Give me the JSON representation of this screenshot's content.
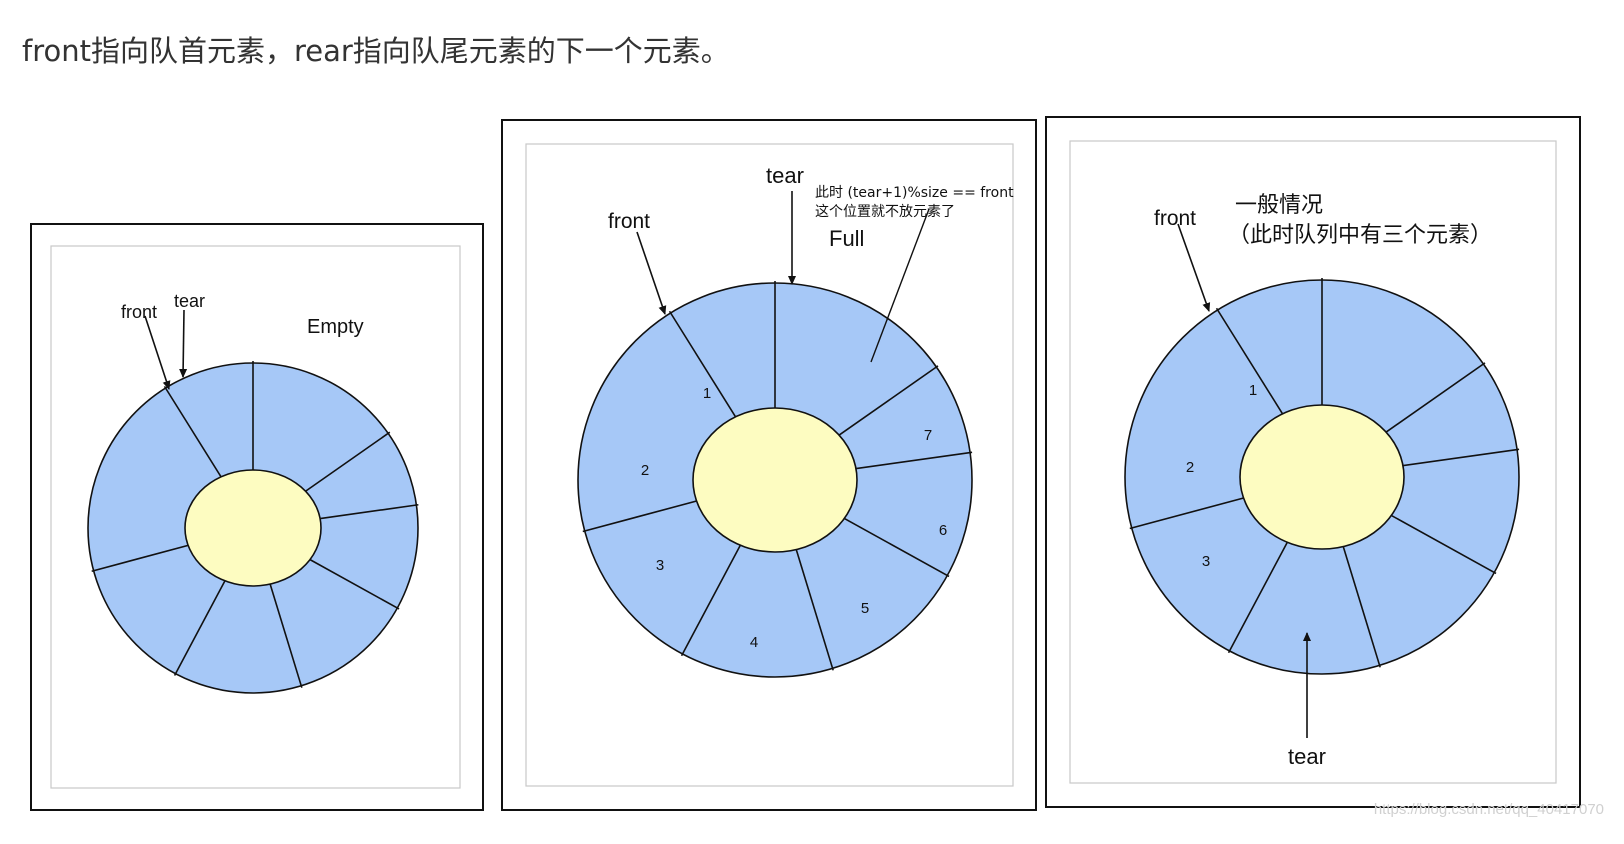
{
  "heading": "front指向队首元素，rear指向队尾元素的下一个元素。",
  "panels": {
    "empty": {
      "front_label": "front",
      "tear_label": "tear",
      "state_label": "Empty"
    },
    "full": {
      "front_label": "front",
      "tear_label": "tear",
      "note_line1": "此时 (tear+1)%size == front",
      "note_line2": "这个位置就不放元素了",
      "state_label": "Full",
      "slots": [
        "1",
        "2",
        "3",
        "4",
        "5",
        "6",
        "7"
      ]
    },
    "general": {
      "front_label": "front",
      "tear_label": "tear",
      "title_line1": "一般情况",
      "title_line2": "（此时队列中有三个元素）",
      "slots": [
        "1",
        "2",
        "3"
      ]
    }
  },
  "watermark": "https://blog.csdn.net/qq_40417070",
  "colors": {
    "ring_fill": "#a6c8f7",
    "hub_fill": "#fdfcc1",
    "stroke": "#111111",
    "frame": "#c8c8c8"
  }
}
